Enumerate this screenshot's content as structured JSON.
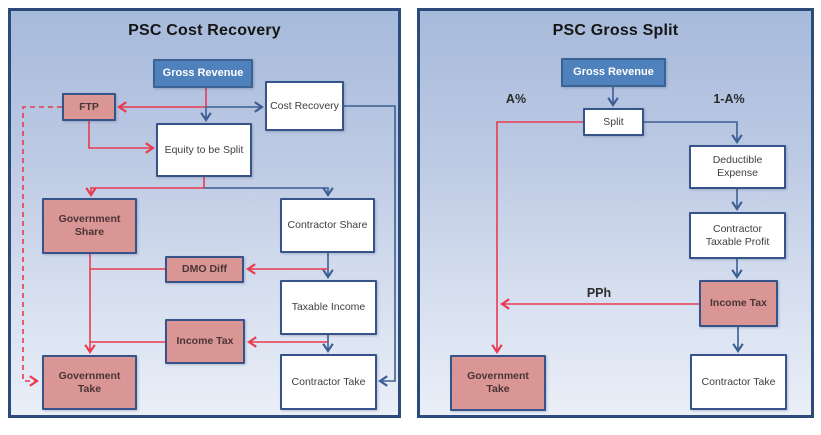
{
  "left_panel": {
    "title": "PSC Cost Recovery",
    "nodes": {
      "gross_revenue": "Gross Revenue",
      "ftp": "FTP",
      "cost_recovery": "Cost Recovery",
      "equity_to_be_split": "Equity to be Split",
      "government_share": "Government Share",
      "contractor_share": "Contractor Share",
      "dmo_diff": "DMO Diff",
      "taxable_income": "Taxable Income",
      "income_tax": "Income Tax",
      "government_take": "Government Take",
      "contractor_take": "Contractor Take"
    }
  },
  "right_panel": {
    "title": "PSC Gross Split",
    "nodes": {
      "gross_revenue": "Gross Revenue",
      "split": "Split",
      "deductible_expense": "Deductible Expense",
      "contractor_taxable_profit": "Contractor Taxable Profit",
      "income_tax": "Income Tax",
      "government_take": "Government Take",
      "contractor_take": "Contractor Take"
    },
    "edge_labels": {
      "a_pct": "A%",
      "one_minus_a_pct": "1-A%",
      "pph": "PPh"
    }
  },
  "colors": {
    "flow_red": "#e93a50",
    "flow_blue": "#3c5f93",
    "node_blue_fill": "#4f81bd",
    "node_pink_fill": "#d99694",
    "node_white_fill": "#ffffff",
    "node_border_navy": "#36538a",
    "panel_border": "#2c4a7a",
    "panel_gradient_top": "#a6badb",
    "panel_gradient_bottom": "#eaeff8"
  }
}
